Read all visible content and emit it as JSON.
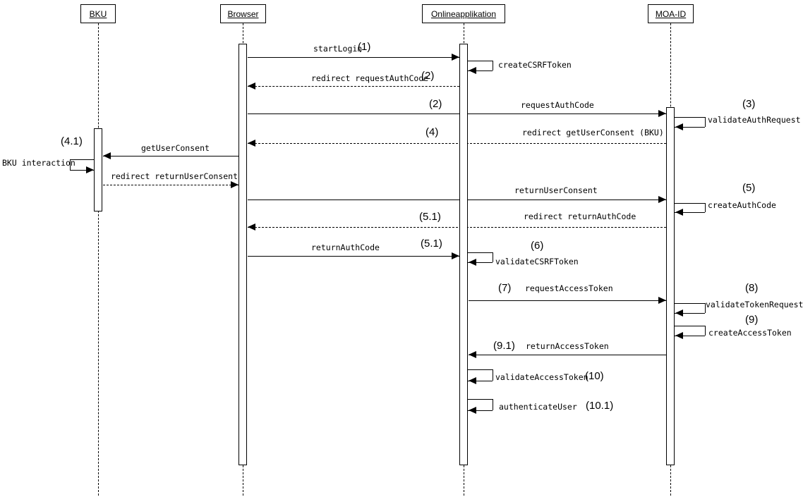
{
  "participants": [
    {
      "name": "BKU"
    },
    {
      "name": "Browser"
    },
    {
      "name": "Onlineapplikation"
    },
    {
      "name": "MOA-ID"
    }
  ],
  "messages": {
    "startLogin": {
      "label": "startLogin",
      "num": "(1)"
    },
    "createCSRFToken": {
      "label": "createCSRFToken"
    },
    "redirectRequestAuthCode": {
      "label": "redirect requestAuthCode",
      "num": "(2)"
    },
    "requestAuthCode": {
      "label": "requestAuthCode",
      "num": "(2)"
    },
    "validateAuthRequest": {
      "label": "validateAuthRequest",
      "num": "(3)"
    },
    "redirectGetUserConsent": {
      "label": "redirect getUserConsent (BKU)",
      "num": "(4)"
    },
    "getUserConsent": {
      "label": "getUserConsent",
      "num": "(4.1)"
    },
    "bkuInteraction": {
      "label": "BKU interaction"
    },
    "redirectReturnUserConsent": {
      "label": "redirect returnUserConsent"
    },
    "returnUserConsent": {
      "label": "returnUserConsent",
      "num": "(5)"
    },
    "createAuthCode": {
      "label": "createAuthCode"
    },
    "redirectReturnAuthCode": {
      "label": "redirect returnAuthCode",
      "num": "(5.1)"
    },
    "returnAuthCode": {
      "label": "returnAuthCode",
      "num": "(5.1)"
    },
    "validateCSRFToken": {
      "label": "validateCSRFToken",
      "num": "(6)"
    },
    "requestAccessToken": {
      "label": "requestAccessToken",
      "num": "(7)"
    },
    "validateTokenRequest": {
      "label": "validateTokenRequest",
      "num": "(8)"
    },
    "createAccessToken": {
      "label": "createAccessToken",
      "num": "(9)"
    },
    "returnAccessToken": {
      "label": "returnAccessToken",
      "num": "(9.1)"
    },
    "validateAccessToken": {
      "label": "validateAccessToken",
      "num": "(10)"
    },
    "authenticateUser": {
      "label": "authenticateUser",
      "num": "(10.1)"
    }
  },
  "colors": {
    "line": "#000000",
    "background": "#ffffff"
  }
}
